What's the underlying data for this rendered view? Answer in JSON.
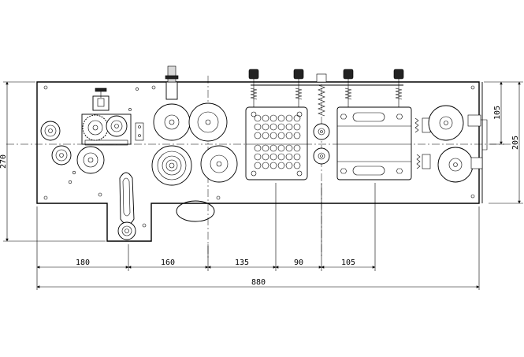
{
  "drawing": {
    "dims_horizontal": [
      "180",
      "160",
      "135",
      "90",
      "105"
    ],
    "dim_overall": "880",
    "dim_left": "270",
    "dim_right_upper": "105",
    "dim_right_total": "205"
  }
}
